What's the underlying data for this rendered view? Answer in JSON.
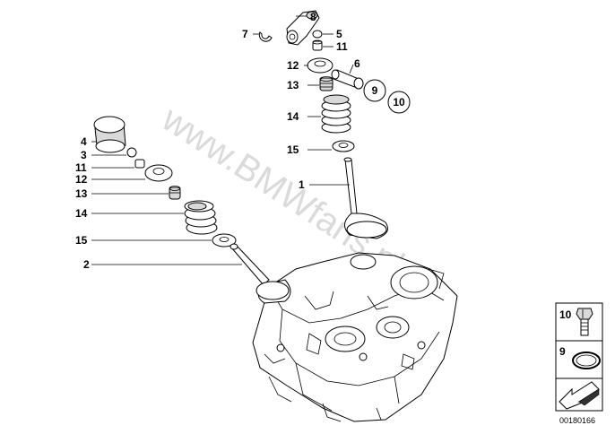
{
  "watermark": "www.BMWfans.pl",
  "diagram_code": "00180166",
  "callouts": [
    {
      "id": "c8",
      "label": "8"
    },
    {
      "id": "c7",
      "label": "7"
    },
    {
      "id": "c5",
      "label": "5"
    },
    {
      "id": "c11a",
      "label": "11"
    },
    {
      "id": "c6",
      "label": "6"
    },
    {
      "id": "c12a",
      "label": "12"
    },
    {
      "id": "c13a",
      "label": "13"
    },
    {
      "id": "c9",
      "label": "9"
    },
    {
      "id": "c10",
      "label": "10"
    },
    {
      "id": "c14a",
      "label": "14"
    },
    {
      "id": "c15a",
      "label": "15"
    },
    {
      "id": "c1",
      "label": "1"
    },
    {
      "id": "c4",
      "label": "4"
    },
    {
      "id": "c3",
      "label": "3"
    },
    {
      "id": "c11b",
      "label": "11"
    },
    {
      "id": "c12b",
      "label": "12"
    },
    {
      "id": "c13b",
      "label": "13"
    },
    {
      "id": "c14b",
      "label": "14"
    },
    {
      "id": "c15b",
      "label": "15"
    },
    {
      "id": "c2",
      "label": "2"
    }
  ],
  "legend": [
    {
      "label": "10"
    },
    {
      "label": "9"
    }
  ]
}
